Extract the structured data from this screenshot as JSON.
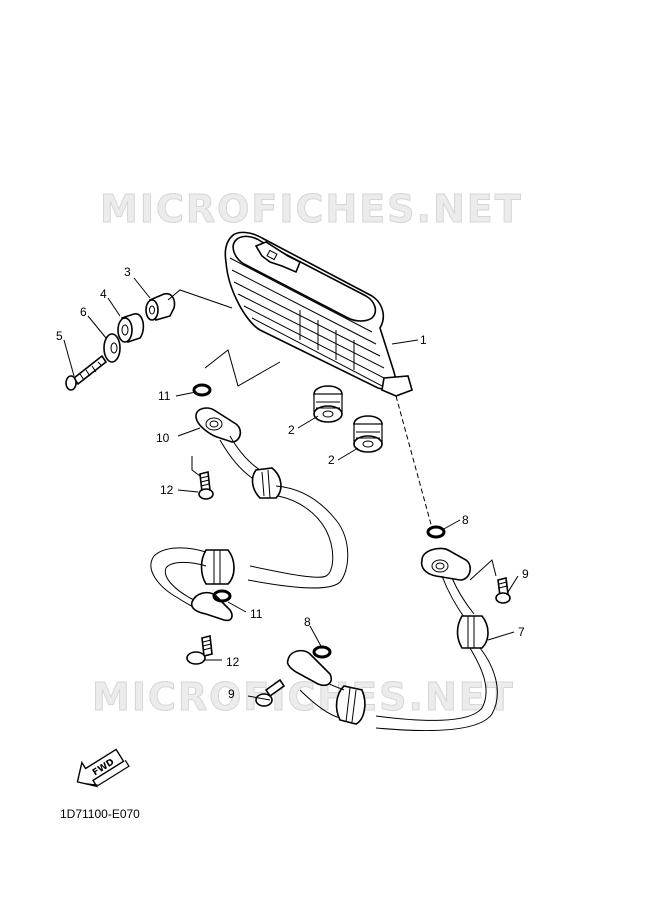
{
  "watermark": {
    "top_text": "MICROFICHES.NET",
    "bottom_text": "MICROFICHES.NET"
  },
  "diagram_code": "1D71100-E070",
  "fwd_label": "FWD",
  "callouts": [
    {
      "id": "c1",
      "label": "1"
    },
    {
      "id": "c2a",
      "label": "2"
    },
    {
      "id": "c2b",
      "label": "2"
    },
    {
      "id": "c3",
      "label": "3"
    },
    {
      "id": "c4",
      "label": "4"
    },
    {
      "id": "c5",
      "label": "5"
    },
    {
      "id": "c6",
      "label": "6"
    },
    {
      "id": "c7",
      "label": "7"
    },
    {
      "id": "c8a",
      "label": "8"
    },
    {
      "id": "c8b",
      "label": "8"
    },
    {
      "id": "c9a",
      "label": "9"
    },
    {
      "id": "c9b",
      "label": "9"
    },
    {
      "id": "c10",
      "label": "10"
    },
    {
      "id": "c11a",
      "label": "11"
    },
    {
      "id": "c11b",
      "label": "11"
    },
    {
      "id": "c12a",
      "label": "12"
    },
    {
      "id": "c12b",
      "label": "12"
    }
  ]
}
